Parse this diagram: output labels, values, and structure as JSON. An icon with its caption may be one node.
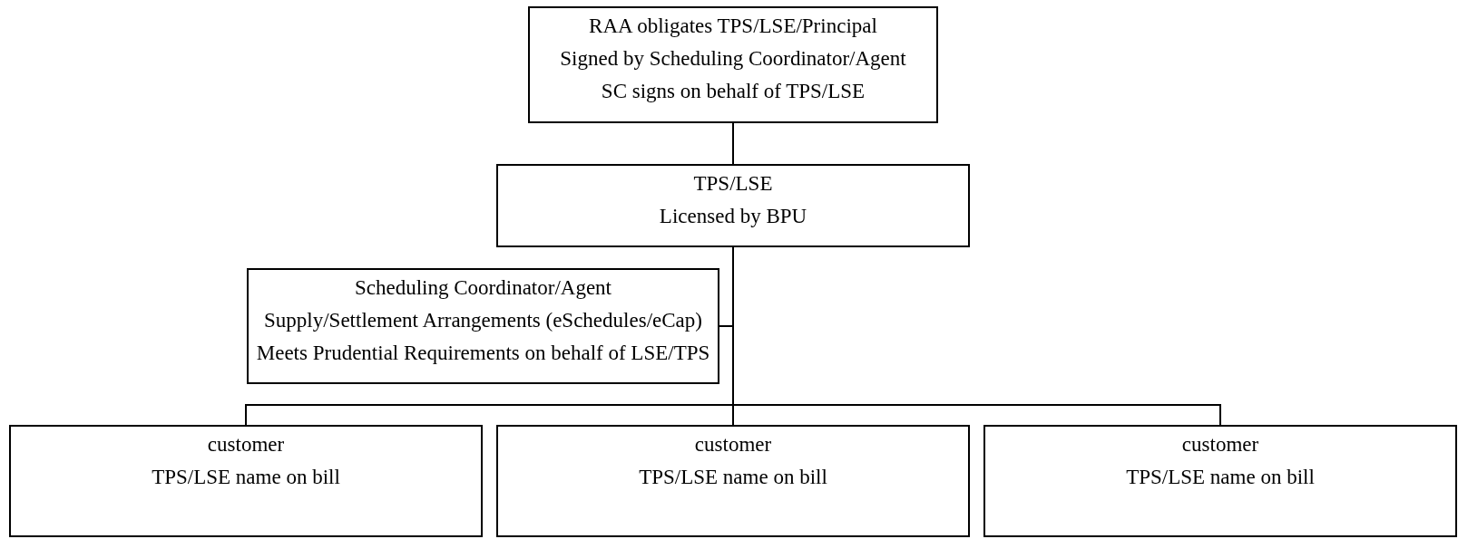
{
  "diagram": {
    "nodes": [
      {
        "text": [
          "RAA obligates TPS/LSE/Principal",
          "Signed by Scheduling Coordinator/Agent",
          "SC signs on behalf of TPS/LSE"
        ]
      },
      {
        "text": [
          "TPS/LSE",
          "Licensed by BPU"
        ]
      },
      {
        "text": [
          "Scheduling Coordinator/Agent",
          "Supply/Settlement Arrangements (eSchedules/eCap)",
          "Meets Prudential Requirements on behalf of LSE/TPS"
        ]
      },
      {
        "text": [
          "customer",
          "TPS/LSE name on bill"
        ]
      },
      {
        "text": [
          "customer",
          "TPS/LSE name on bill"
        ]
      },
      {
        "text": [
          "customer",
          "TPS/LSE name on bill"
        ]
      }
    ],
    "edges": [
      {
        "from": 0,
        "to": 1,
        "arrow": "none"
      },
      {
        "from": 1,
        "to": 2,
        "arrow": "none"
      },
      {
        "from": 1,
        "to": 3,
        "arrow": "none"
      },
      {
        "from": 1,
        "to": 4,
        "arrow": "none"
      },
      {
        "from": 1,
        "to": 5,
        "arrow": "none"
      }
    ]
  }
}
